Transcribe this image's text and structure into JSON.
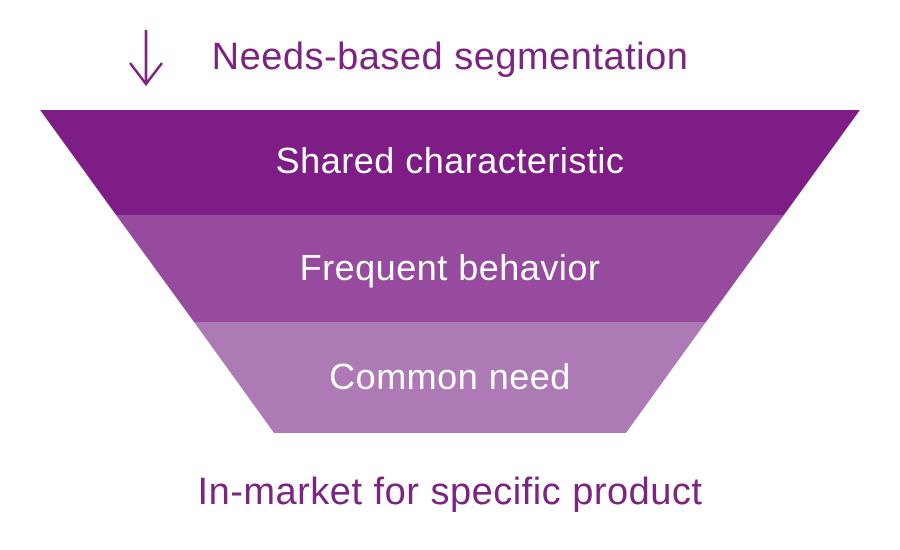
{
  "header": {
    "arrow_icon": "down-arrow-icon",
    "title": "Needs-based segmentation"
  },
  "funnel": {
    "type": "funnel-diagram",
    "tiers": [
      {
        "label": "Shared characteristic",
        "color": "#7F1D86"
      },
      {
        "label": "Frequent behavior",
        "color": "#964B9E"
      },
      {
        "label": "Common need",
        "color": "#AE7AB6"
      }
    ]
  },
  "footer": {
    "label": "In-market for specific product"
  },
  "colors": {
    "accent_text": "#7C2482",
    "tier_label_text": "#FFFFFF",
    "background": "#FFFFFF"
  }
}
